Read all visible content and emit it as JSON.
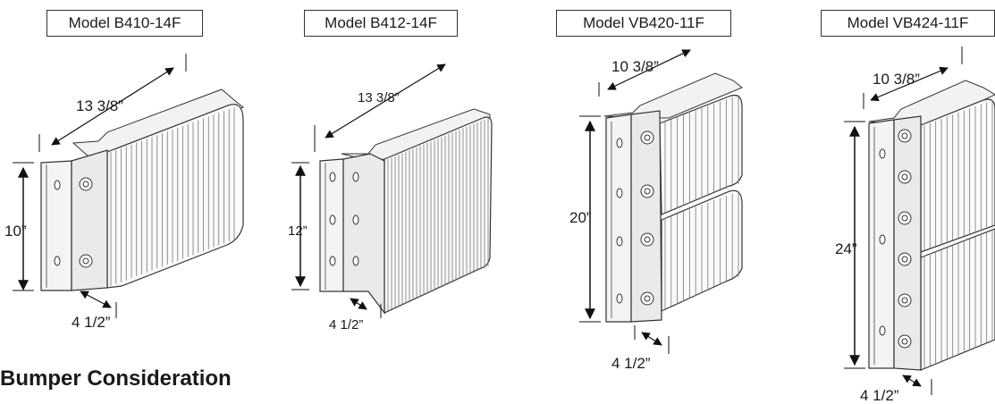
{
  "models": [
    {
      "name": "Model B410-14F",
      "length": "13 3/8”",
      "height": "10”",
      "depth": "4 1/2”"
    },
    {
      "name": "Model B412-14F",
      "length": "13 3/8”",
      "height": "12”",
      "depth": "4 1/2”"
    },
    {
      "name": "Model VB420-11F",
      "length": "10 3/8”",
      "height": "20”",
      "depth": "4 1/2”"
    },
    {
      "name": "Model VB424-11F",
      "length": "10 3/8”",
      "height": "24”",
      "depth": "4 1/2”"
    }
  ],
  "section_heading": "Bumper Consideration"
}
